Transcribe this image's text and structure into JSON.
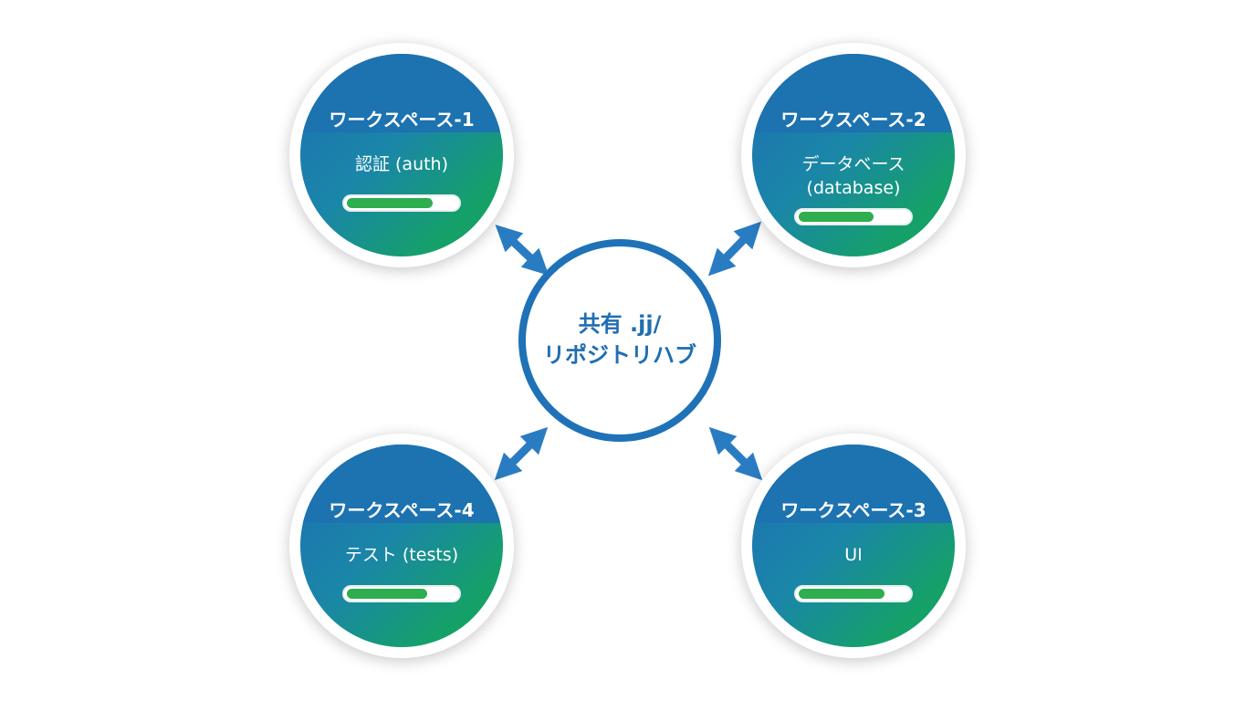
{
  "hub": {
    "line1": "共有 .jj/",
    "line2": "リポジトリハブ",
    "border_color": "#1f72b8"
  },
  "workspaces": [
    {
      "title": "ワークスペース-1",
      "subtitle": [
        "認証 (auth)"
      ],
      "progress": 0.78
    },
    {
      "title": "ワークスペース-2",
      "subtitle": [
        "データベース",
        "(database)"
      ],
      "progress": 0.68
    },
    {
      "title": "ワークスペース-3",
      "subtitle": [
        "UI"
      ],
      "progress": 0.78
    },
    {
      "title": "ワークスペース-4",
      "subtitle": [
        "テスト (tests)"
      ],
      "progress": 0.73
    }
  ],
  "colors": {
    "accent_blue": "#1f72b8",
    "accent_green": "#13a55c",
    "progress_fill": "#2eae4f"
  }
}
